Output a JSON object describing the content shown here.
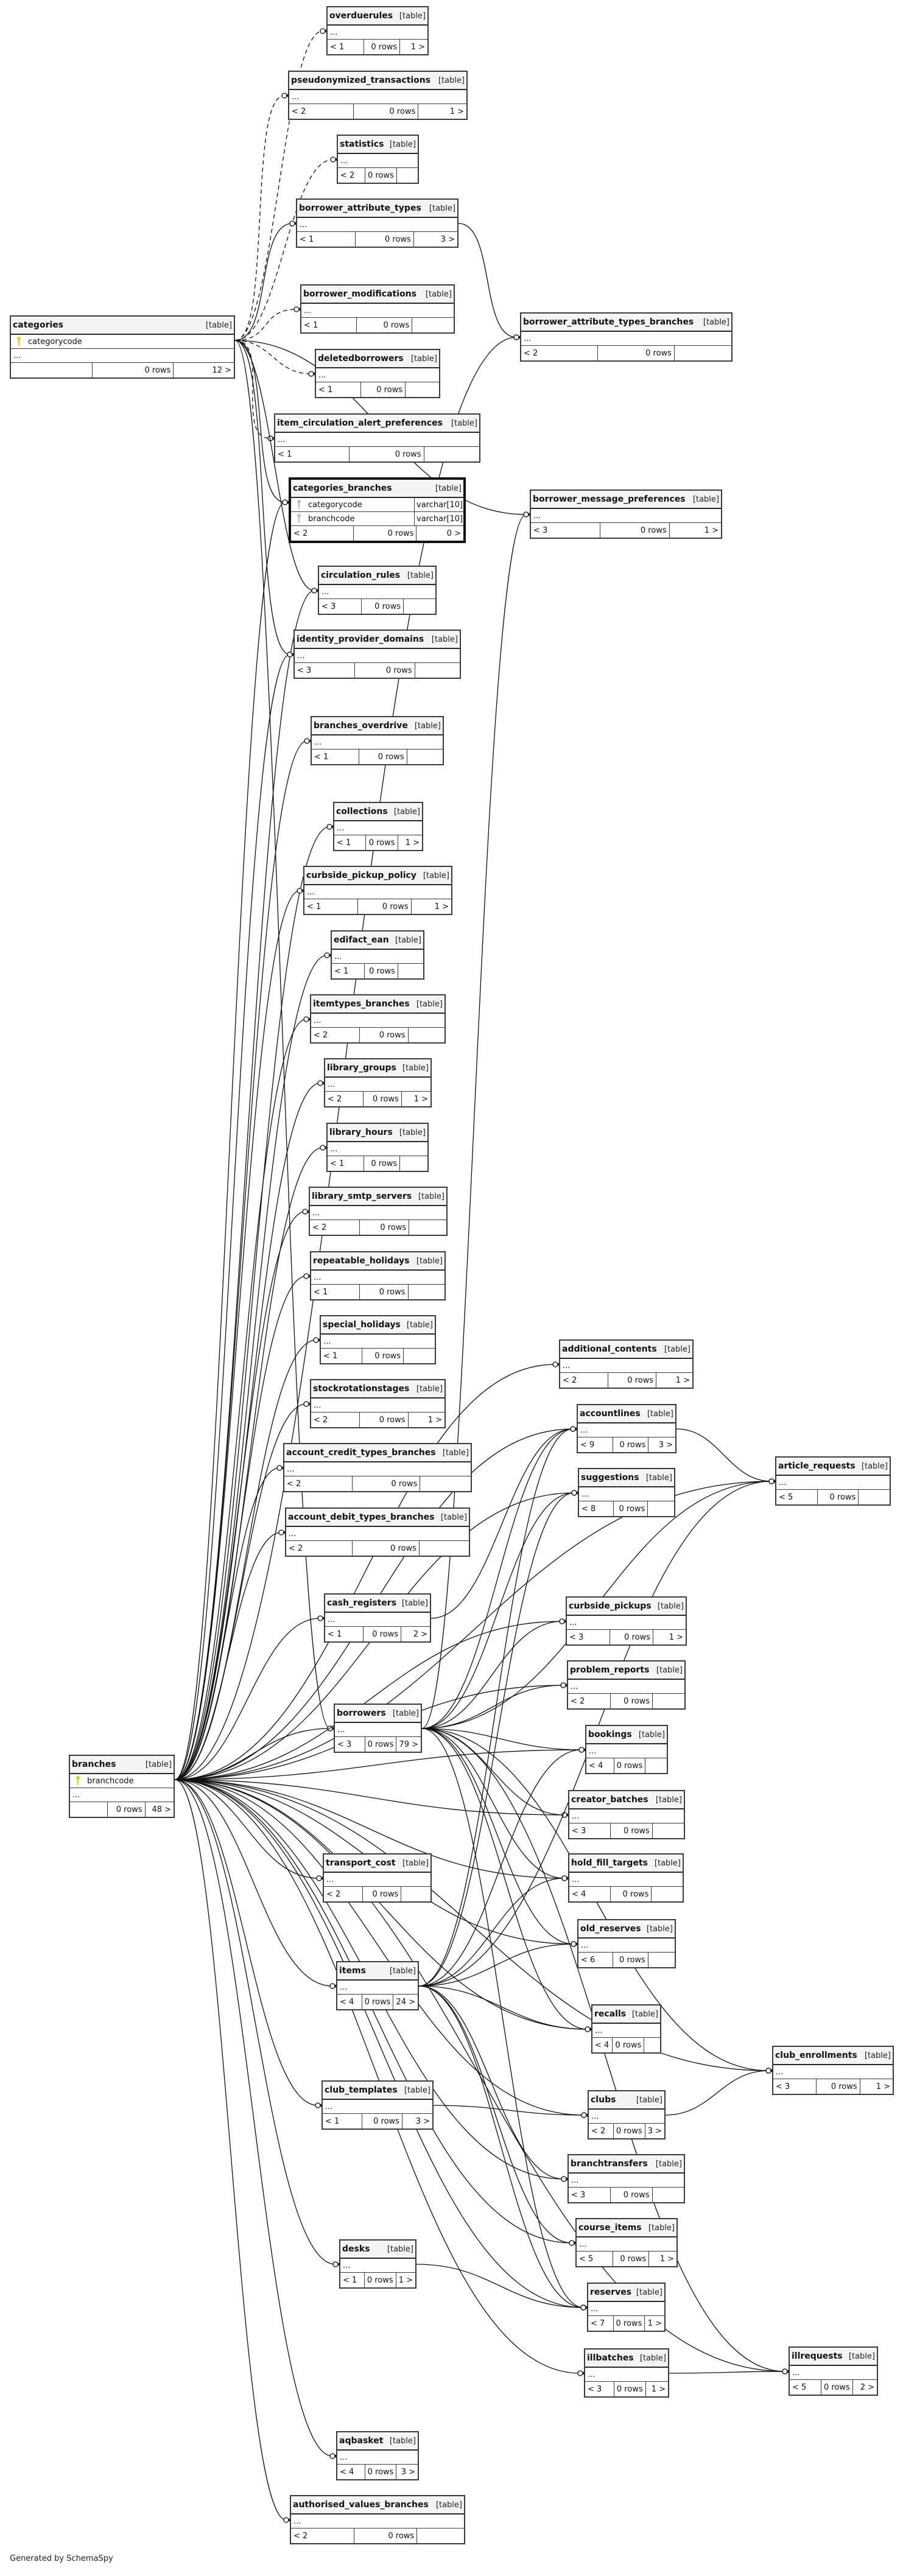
{
  "diagram": {
    "type_label": "[table]",
    "ellipsis": "...",
    "footer_note": "Generated by SchemaSpy",
    "focus_table": "categories_branches"
  },
  "tables": [
    {
      "id": "overduerules",
      "name": "overduerules",
      "parents": "< 1",
      "rows": "0 rows",
      "children": "1 >"
    },
    {
      "id": "pseudonymized_transactions",
      "name": "pseudonymized_transactions",
      "parents": "< 2",
      "rows": "0 rows",
      "children": "1 >"
    },
    {
      "id": "statistics",
      "name": "statistics",
      "parents": "< 2",
      "rows": "0 rows",
      "children": ""
    },
    {
      "id": "borrower_attribute_types",
      "name": "borrower_attribute_types",
      "parents": "< 1",
      "rows": "0 rows",
      "children": "3 >"
    },
    {
      "id": "borrower_modifications",
      "name": "borrower_modifications",
      "parents": "< 1",
      "rows": "0 rows",
      "children": ""
    },
    {
      "id": "categories",
      "name": "categories",
      "key": "categorycode",
      "parents": "",
      "rows": "0 rows",
      "children": "12 >"
    },
    {
      "id": "deletedborrowers",
      "name": "deletedborrowers",
      "parents": "< 1",
      "rows": "0 rows",
      "children": ""
    },
    {
      "id": "item_circulation_alert_preferences",
      "name": "item_circulation_alert_preferences",
      "parents": "< 1",
      "rows": "0 rows",
      "children": ""
    },
    {
      "id": "categories_branches",
      "name": "categories_branches",
      "columns": [
        {
          "name": "categorycode",
          "type": "varchar[10]"
        },
        {
          "name": "branchcode",
          "type": "varchar[10]"
        }
      ],
      "parents": "< 2",
      "rows": "0 rows",
      "children": "0 >"
    },
    {
      "id": "circulation_rules",
      "name": "circulation_rules",
      "parents": "< 3",
      "rows": "0 rows",
      "children": ""
    },
    {
      "id": "identity_provider_domains",
      "name": "identity_provider_domains",
      "parents": "< 3",
      "rows": "0 rows",
      "children": ""
    },
    {
      "id": "branches_overdrive",
      "name": "branches_overdrive",
      "parents": "< 1",
      "rows": "0 rows",
      "children": ""
    },
    {
      "id": "borrower_attribute_types_branches",
      "name": "borrower_attribute_types_branches",
      "parents": "< 2",
      "rows": "0 rows",
      "children": ""
    },
    {
      "id": "borrower_message_preferences",
      "name": "borrower_message_preferences",
      "parents": "< 3",
      "rows": "0 rows",
      "children": "1 >"
    },
    {
      "id": "collections",
      "name": "collections",
      "parents": "< 1",
      "rows": "0 rows",
      "children": "1 >"
    },
    {
      "id": "curbside_pickup_policy",
      "name": "curbside_pickup_policy",
      "parents": "< 1",
      "rows": "0 rows",
      "children": "1 >"
    },
    {
      "id": "edifact_ean",
      "name": "edifact_ean",
      "parents": "< 1",
      "rows": "0 rows",
      "children": ""
    },
    {
      "id": "itemtypes_branches",
      "name": "itemtypes_branches",
      "parents": "< 2",
      "rows": "0 rows",
      "children": ""
    },
    {
      "id": "library_groups",
      "name": "library_groups",
      "parents": "< 2",
      "rows": "0 rows",
      "children": "1 >"
    },
    {
      "id": "library_hours",
      "name": "library_hours",
      "parents": "< 1",
      "rows": "0 rows",
      "children": ""
    },
    {
      "id": "library_smtp_servers",
      "name": "library_smtp_servers",
      "parents": "< 2",
      "rows": "0 rows",
      "children": ""
    },
    {
      "id": "repeatable_holidays",
      "name": "repeatable_holidays",
      "parents": "< 1",
      "rows": "0 rows",
      "children": ""
    },
    {
      "id": "special_holidays",
      "name": "special_holidays",
      "parents": "< 1",
      "rows": "0 rows",
      "children": ""
    },
    {
      "id": "stockrotationstages",
      "name": "stockrotationstages",
      "parents": "< 2",
      "rows": "0 rows",
      "children": "1 >"
    },
    {
      "id": "account_credit_types_branches",
      "name": "account_credit_types_branches",
      "parents": "< 2",
      "rows": "0 rows",
      "children": ""
    },
    {
      "id": "account_debit_types_branches",
      "name": "account_debit_types_branches",
      "parents": "< 2",
      "rows": "0 rows",
      "children": ""
    },
    {
      "id": "additional_contents",
      "name": "additional_contents",
      "parents": "< 2",
      "rows": "0 rows",
      "children": "1 >"
    },
    {
      "id": "accountlines",
      "name": "accountlines",
      "parents": "< 9",
      "rows": "0 rows",
      "children": "3 >"
    },
    {
      "id": "suggestions",
      "name": "suggestions",
      "parents": "< 8",
      "rows": "0 rows",
      "children": ""
    },
    {
      "id": "article_requests",
      "name": "article_requests",
      "parents": "< 5",
      "rows": "0 rows",
      "children": ""
    },
    {
      "id": "cash_registers",
      "name": "cash_registers",
      "parents": "< 1",
      "rows": "0 rows",
      "children": "2 >"
    },
    {
      "id": "curbside_pickups",
      "name": "curbside_pickups",
      "parents": "< 3",
      "rows": "0 rows",
      "children": "1 >"
    },
    {
      "id": "problem_reports",
      "name": "problem_reports",
      "parents": "< 2",
      "rows": "0 rows",
      "children": ""
    },
    {
      "id": "borrowers",
      "name": "borrowers",
      "parents": "< 3",
      "rows": "0 rows",
      "children": "79 >"
    },
    {
      "id": "bookings",
      "name": "bookings",
      "parents": "< 4",
      "rows": "0 rows",
      "children": ""
    },
    {
      "id": "branches",
      "name": "branches",
      "key": "branchcode",
      "parents": "",
      "rows": "0 rows",
      "children": "48 >"
    },
    {
      "id": "creator_batches",
      "name": "creator_batches",
      "parents": "< 3",
      "rows": "0 rows",
      "children": ""
    },
    {
      "id": "transport_cost",
      "name": "transport_cost",
      "parents": "< 2",
      "rows": "0 rows",
      "children": ""
    },
    {
      "id": "hold_fill_targets",
      "name": "hold_fill_targets",
      "parents": "< 4",
      "rows": "0 rows",
      "children": ""
    },
    {
      "id": "old_reserves",
      "name": "old_reserves",
      "parents": "< 6",
      "rows": "0 rows",
      "children": ""
    },
    {
      "id": "items",
      "name": "items",
      "parents": "< 4",
      "rows": "0 rows",
      "children": "24 >"
    },
    {
      "id": "recalls",
      "name": "recalls",
      "parents": "< 4",
      "rows": "0 rows",
      "children": ""
    },
    {
      "id": "club_enrollments",
      "name": "club_enrollments",
      "parents": "< 3",
      "rows": "0 rows",
      "children": "1 >"
    },
    {
      "id": "club_templates",
      "name": "club_templates",
      "parents": "< 1",
      "rows": "0 rows",
      "children": "3 >"
    },
    {
      "id": "clubs",
      "name": "clubs",
      "parents": "< 2",
      "rows": "0 rows",
      "children": "3 >"
    },
    {
      "id": "branchtransfers",
      "name": "branchtransfers",
      "parents": "< 3",
      "rows": "0 rows",
      "children": ""
    },
    {
      "id": "course_items",
      "name": "course_items",
      "parents": "< 5",
      "rows": "0 rows",
      "children": "1 >"
    },
    {
      "id": "desks",
      "name": "desks",
      "parents": "< 1",
      "rows": "0 rows",
      "children": "1 >"
    },
    {
      "id": "reserves",
      "name": "reserves",
      "parents": "< 7",
      "rows": "0 rows",
      "children": "1 >"
    },
    {
      "id": "illbatches",
      "name": "illbatches",
      "parents": "< 3",
      "rows": "0 rows",
      "children": "1 >"
    },
    {
      "id": "illrequests",
      "name": "illrequests",
      "parents": "< 5",
      "rows": "0 rows",
      "children": "2 >"
    },
    {
      "id": "aqbasket",
      "name": "aqbasket",
      "parents": "< 4",
      "rows": "0 rows",
      "children": "3 >"
    },
    {
      "id": "authorised_values_branches",
      "name": "authorised_values_branches",
      "parents": "< 2",
      "rows": "0 rows",
      "children": ""
    }
  ],
  "relationships": [
    {
      "from": "categories",
      "to": "overduerules",
      "style": "implied"
    },
    {
      "from": "categories",
      "to": "pseudonymized_transactions",
      "style": "implied"
    },
    {
      "from": "categories",
      "to": "statistics",
      "style": "implied"
    },
    {
      "from": "categories",
      "to": "borrower_attribute_types",
      "style": "real"
    },
    {
      "from": "categories",
      "to": "borrower_modifications",
      "style": "implied"
    },
    {
      "from": "categories",
      "to": "deletedborrowers",
      "style": "implied"
    },
    {
      "from": "categories",
      "to": "item_circulation_alert_preferences",
      "style": "implied"
    },
    {
      "from": "categories",
      "to": "categories_branches",
      "style": "real"
    },
    {
      "from": "categories",
      "to": "circulation_rules",
      "style": "real"
    },
    {
      "from": "categories",
      "to": "identity_provider_domains",
      "style": "real"
    },
    {
      "from": "categories",
      "to": "borrower_message_preferences",
      "style": "real"
    },
    {
      "from": "categories",
      "to": "borrowers",
      "style": "real"
    },
    {
      "from": "borrower_attribute_types",
      "to": "borrower_attribute_types_branches",
      "style": "real"
    },
    {
      "from": "branches",
      "to": "borrower_attribute_types_branches",
      "style": "real"
    },
    {
      "from": "branches",
      "to": "categories_branches",
      "style": "real"
    },
    {
      "from": "branches",
      "to": "circulation_rules",
      "style": "real"
    },
    {
      "from": "branches",
      "to": "identity_provider_domains",
      "style": "real"
    },
    {
      "from": "branches",
      "to": "branches_overdrive",
      "style": "real"
    },
    {
      "from": "branches",
      "to": "collections",
      "style": "real"
    },
    {
      "from": "branches",
      "to": "curbside_pickup_policy",
      "style": "real"
    },
    {
      "from": "branches",
      "to": "edifact_ean",
      "style": "real"
    },
    {
      "from": "branches",
      "to": "itemtypes_branches",
      "style": "real"
    },
    {
      "from": "branches",
      "to": "library_groups",
      "style": "real"
    },
    {
      "from": "branches",
      "to": "library_hours",
      "style": "real"
    },
    {
      "from": "branches",
      "to": "library_smtp_servers",
      "style": "real"
    },
    {
      "from": "branches",
      "to": "repeatable_holidays",
      "style": "real"
    },
    {
      "from": "branches",
      "to": "special_holidays",
      "style": "real"
    },
    {
      "from": "branches",
      "to": "stockrotationstages",
      "style": "real"
    },
    {
      "from": "branches",
      "to": "account_credit_types_branches",
      "style": "real"
    },
    {
      "from": "branches",
      "to": "account_debit_types_branches",
      "style": "real"
    },
    {
      "from": "branches",
      "to": "cash_registers",
      "style": "real"
    },
    {
      "from": "branches",
      "to": "borrowers",
      "style": "real"
    },
    {
      "from": "branches",
      "to": "transport_cost",
      "style": "real"
    },
    {
      "from": "branches",
      "to": "items",
      "style": "real"
    },
    {
      "from": "branches",
      "to": "club_templates",
      "style": "real"
    },
    {
      "from": "branches",
      "to": "desks",
      "style": "real"
    },
    {
      "from": "branches",
      "to": "aqbasket",
      "style": "real"
    },
    {
      "from": "branches",
      "to": "authorised_values_branches",
      "style": "real"
    },
    {
      "from": "branches",
      "to": "additional_contents",
      "style": "real"
    },
    {
      "from": "branches",
      "to": "accountlines",
      "style": "real"
    },
    {
      "from": "branches",
      "to": "suggestions",
      "style": "real"
    },
    {
      "from": "branches",
      "to": "article_requests",
      "style": "real"
    },
    {
      "from": "branches",
      "to": "curbside_pickups",
      "style": "real"
    },
    {
      "from": "branches",
      "to": "problem_reports",
      "style": "real"
    },
    {
      "from": "branches",
      "to": "bookings",
      "style": "real"
    },
    {
      "from": "branches",
      "to": "creator_batches",
      "style": "real"
    },
    {
      "from": "branches",
      "to": "hold_fill_targets",
      "style": "real"
    },
    {
      "from": "branches",
      "to": "old_reserves",
      "style": "real"
    },
    {
      "from": "branches",
      "to": "recalls",
      "style": "real"
    },
    {
      "from": "branches",
      "to": "club_enrollments",
      "style": "real"
    },
    {
      "from": "branches",
      "to": "clubs",
      "style": "real"
    },
    {
      "from": "branches",
      "to": "branchtransfers",
      "style": "real"
    },
    {
      "from": "branches",
      "to": "course_items",
      "style": "real"
    },
    {
      "from": "branches",
      "to": "reserves",
      "style": "real"
    },
    {
      "from": "branches",
      "to": "illbatches",
      "style": "real"
    },
    {
      "from": "branches",
      "to": "illrequests",
      "style": "real"
    },
    {
      "from": "borrowers",
      "to": "borrower_message_preferences",
      "style": "real"
    },
    {
      "from": "borrowers",
      "to": "accountlines",
      "style": "real"
    },
    {
      "from": "borrowers",
      "to": "suggestions",
      "style": "real"
    },
    {
      "from": "borrowers",
      "to": "article_requests",
      "style": "real"
    },
    {
      "from": "borrowers",
      "to": "curbside_pickups",
      "style": "real"
    },
    {
      "from": "borrowers",
      "to": "problem_reports",
      "style": "real"
    },
    {
      "from": "borrowers",
      "to": "bookings",
      "style": "real"
    },
    {
      "from": "borrowers",
      "to": "creator_batches",
      "style": "real"
    },
    {
      "from": "borrowers",
      "to": "hold_fill_targets",
      "style": "real"
    },
    {
      "from": "borrowers",
      "to": "old_reserves",
      "style": "real"
    },
    {
      "from": "borrowers",
      "to": "recalls",
      "style": "real"
    },
    {
      "from": "borrowers",
      "to": "club_enrollments",
      "style": "real"
    },
    {
      "from": "borrowers",
      "to": "reserves",
      "style": "real"
    },
    {
      "from": "borrowers",
      "to": "illrequests",
      "style": "real"
    },
    {
      "from": "items",
      "to": "accountlines",
      "style": "real"
    },
    {
      "from": "items",
      "to": "suggestions",
      "style": "real"
    },
    {
      "from": "items",
      "to": "article_requests",
      "style": "real"
    },
    {
      "from": "items",
      "to": "bookings",
      "style": "real"
    },
    {
      "from": "items",
      "to": "hold_fill_targets",
      "style": "real"
    },
    {
      "from": "items",
      "to": "old_reserves",
      "style": "real"
    },
    {
      "from": "items",
      "to": "recalls",
      "style": "real"
    },
    {
      "from": "items",
      "to": "branchtransfers",
      "style": "real"
    },
    {
      "from": "items",
      "to": "course_items",
      "style": "real"
    },
    {
      "from": "items",
      "to": "reserves",
      "style": "real"
    },
    {
      "from": "cash_registers",
      "to": "accountlines",
      "style": "real"
    },
    {
      "from": "accountlines",
      "to": "article_requests",
      "style": "real"
    },
    {
      "from": "club_templates",
      "to": "clubs",
      "style": "real"
    },
    {
      "from": "clubs",
      "to": "club_enrollments",
      "style": "real"
    },
    {
      "from": "desks",
      "to": "reserves",
      "style": "real"
    },
    {
      "from": "illbatches",
      "to": "illrequests",
      "style": "real"
    }
  ]
}
